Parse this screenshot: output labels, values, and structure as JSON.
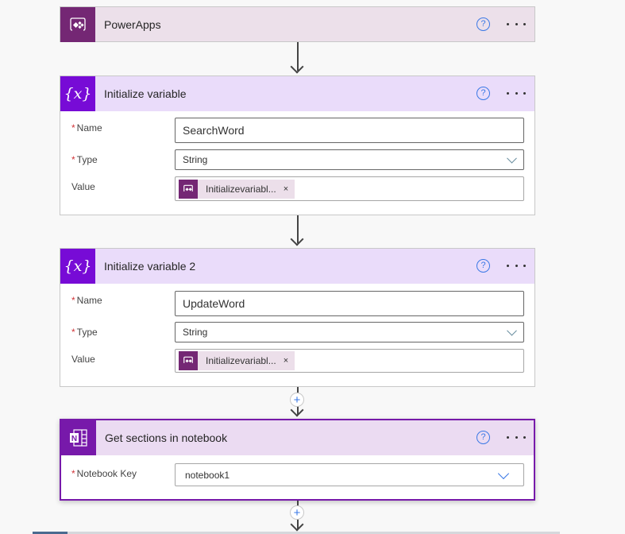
{
  "colors": {
    "powerapps_brand": "#742774",
    "variable_brand": "#770bd6",
    "onenote_brand": "#7719aa",
    "powerapps_header_bg": "#ece0ea",
    "variable_header_bg": "#eadcfa",
    "onenote_header_bg": "#ebdbf2",
    "accent_blue": "#3a78e6",
    "required_star": "#d13438"
  },
  "steps": [
    {
      "id": "powerapps",
      "title": "PowerApps",
      "icon": "powerapps-icon",
      "help_label": "?",
      "more_label": "..."
    },
    {
      "id": "init-var-1",
      "title": "Initialize variable",
      "icon": "variable-icon",
      "icon_text": "{x}",
      "help_label": "?",
      "fields": {
        "name_label": "Name",
        "name_value": "SearchWord",
        "type_label": "Type",
        "type_value": "String",
        "value_label": "Value",
        "value_token": "Initializevariabl...",
        "token_close": "×",
        "required_mark": "*"
      }
    },
    {
      "id": "init-var-2",
      "title": "Initialize variable 2",
      "icon": "variable-icon",
      "icon_text": "{x}",
      "help_label": "?",
      "fields": {
        "name_label": "Name",
        "name_value": "UpdateWord",
        "type_label": "Type",
        "type_value": "String",
        "value_label": "Value",
        "value_token": "Initializevariabl...",
        "token_close": "×",
        "required_mark": "*"
      }
    },
    {
      "id": "get-sections",
      "title": "Get sections in notebook",
      "icon": "onenote-icon",
      "help_label": "?",
      "fields": {
        "notebook_key_label": "Notebook Key",
        "notebook_key_value": "notebook1",
        "required_mark": "*"
      }
    }
  ],
  "connectors": {
    "plus_label": "+"
  }
}
